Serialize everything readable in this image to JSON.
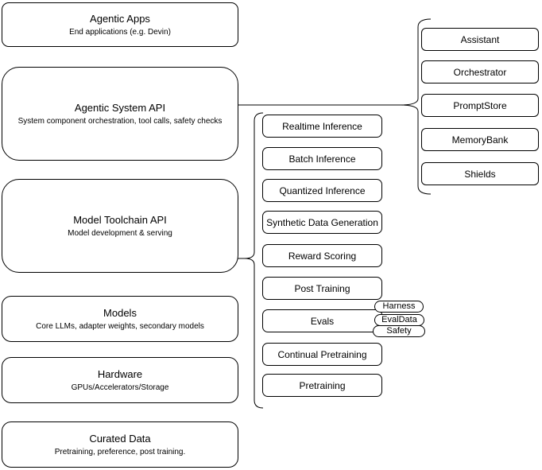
{
  "diagram": {
    "colors": {
      "stroke": "#000000",
      "fill": "#ffffff"
    },
    "stack": [
      {
        "title": "Agentic Apps",
        "subtitle": "End applications (e.g. Devin)"
      },
      {
        "title": "Agentic System API",
        "subtitle": "System component orchestration, tool calls, safety checks"
      },
      {
        "title": "Model Toolchain API",
        "subtitle": "Model development & serving"
      },
      {
        "title": "Models",
        "subtitle": "Core LLMs, adapter weights, secondary models"
      },
      {
        "title": "Hardware",
        "subtitle": "GPUs/Accelerators/Storage"
      },
      {
        "title": "Curated Data",
        "subtitle": "Pretraining, preference, post training."
      }
    ],
    "toolchain_components": [
      "Realtime Inference",
      "Batch Inference",
      "Quantized Inference",
      "Synthetic Data Generation",
      "Reward Scoring",
      "Post Training",
      "Evals",
      "Continual Pretraining",
      "Pretraining"
    ],
    "eval_tags": [
      "Harness",
      "EvalData",
      "Safety"
    ],
    "system_components": [
      "Assistant",
      "Orchestrator",
      "PromptStore",
      "MemoryBank",
      "Shields"
    ]
  }
}
